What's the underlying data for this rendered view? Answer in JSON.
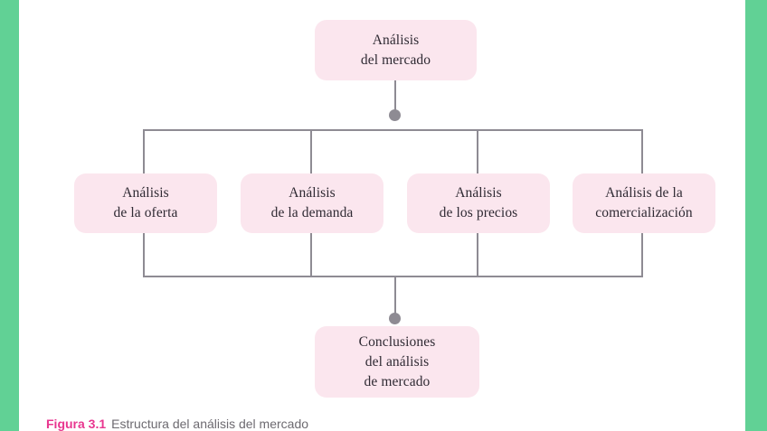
{
  "page": {
    "background_color": "#ffffff",
    "edge_band_color": "#61d195"
  },
  "diagram": {
    "node_fill": "#fbe6ee",
    "connector_color": "#8e8b93",
    "text_color": "#2f2a33",
    "root": {
      "label": "Análisis\ndel mercado"
    },
    "branches": [
      {
        "label": "Análisis\nde la oferta"
      },
      {
        "label": "Análisis\nde la demanda"
      },
      {
        "label": "Análisis\nde los precios"
      },
      {
        "label": "Análisis de la\ncomercialización"
      }
    ],
    "result": {
      "label": "Conclusiones\ndel análisis\nde mercado"
    }
  },
  "caption": {
    "figure_label": "Figura 3.1",
    "figure_text": "Estructura del análisis del mercado",
    "label_color": "#e8368f",
    "text_color": "#6d6a70"
  }
}
